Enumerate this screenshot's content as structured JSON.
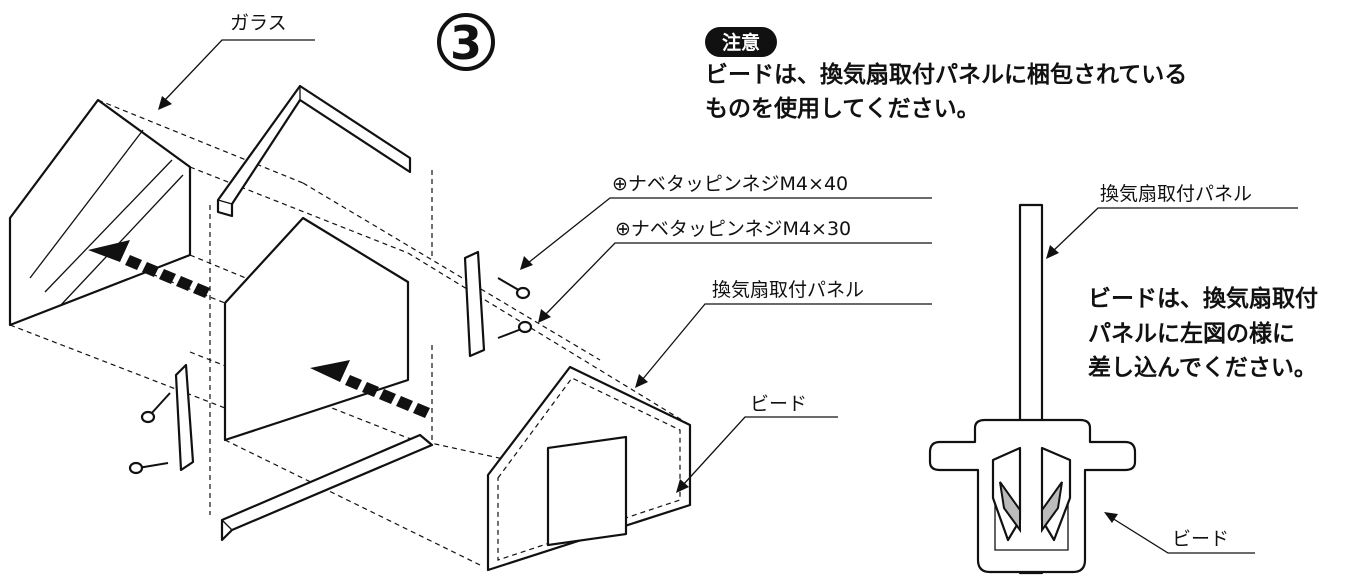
{
  "step_number": "3",
  "notice": {
    "badge": "注意",
    "line1": "ビードは、換気扇取付パネルに梱包されている",
    "line2": "ものを使用してください。"
  },
  "labels": {
    "glass": "ガラス",
    "screw_40": "⊕ナベタッピンネジM4×40",
    "screw_30": "⊕ナベタッピンネジM4×30",
    "panel_main": "換気扇取付パネル",
    "bead_main": "ビード",
    "panel_detail": "換気扇取付パネル",
    "bead_detail": "ビード"
  },
  "detail_instruction": {
    "line1": "ビードは、換気扇取付",
    "line2": "パネルに左図の様に",
    "line3": "差し込んでください。"
  }
}
